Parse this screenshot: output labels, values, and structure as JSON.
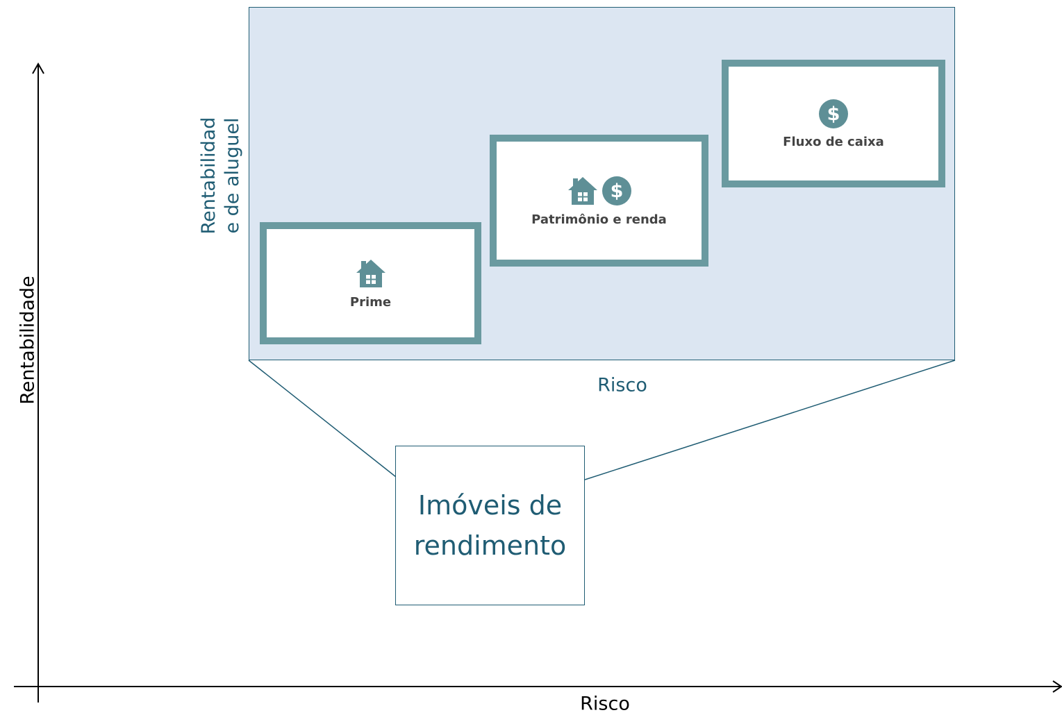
{
  "axes": {
    "x_label": "Risco",
    "y_label": "Rentabilidade"
  },
  "zoom_panel": {
    "x_label": "Risco",
    "y_label": "Rentabilidad\ne de aluguel"
  },
  "cards": [
    {
      "label": "Prime",
      "icons": [
        "house-icon"
      ]
    },
    {
      "label": "Patrimônio e renda",
      "icons": [
        "house-icon",
        "dollar-icon"
      ]
    },
    {
      "label": "Fluxo de caixa",
      "icons": [
        "dollar-icon"
      ]
    }
  ],
  "summary_box": {
    "text": "Imóveis de\nrendimento"
  },
  "colors": {
    "accent": "#1f5c73",
    "card_border": "#6a9aa0",
    "panel_bg": "#dce6f2",
    "icon": "#5e8f96"
  }
}
